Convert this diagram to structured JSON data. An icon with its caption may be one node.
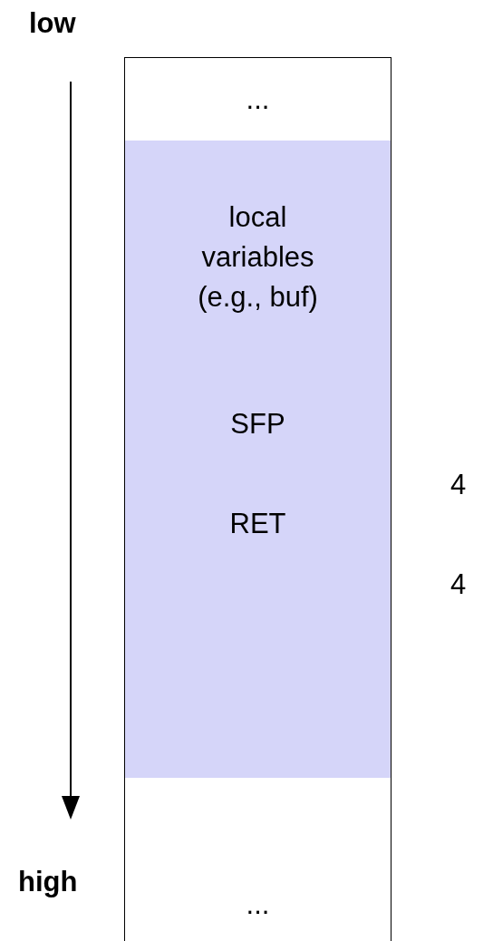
{
  "diagram": {
    "nodes": [
      {
        "text": [
          "..."
        ]
      },
      {
        "text": [
          "local variables (e.g., buf)"
        ]
      },
      {
        "text": [
          "SFP"
        ]
      },
      {
        "text": [
          "RET"
        ]
      },
      {
        "text": [],
        "shape": "box"
      },
      {
        "text": [],
        "shape": "box"
      },
      {
        "text": [
          "..."
        ]
      }
    ],
    "labels": [
      "low",
      "4",
      "4",
      "high"
    ]
  }
}
